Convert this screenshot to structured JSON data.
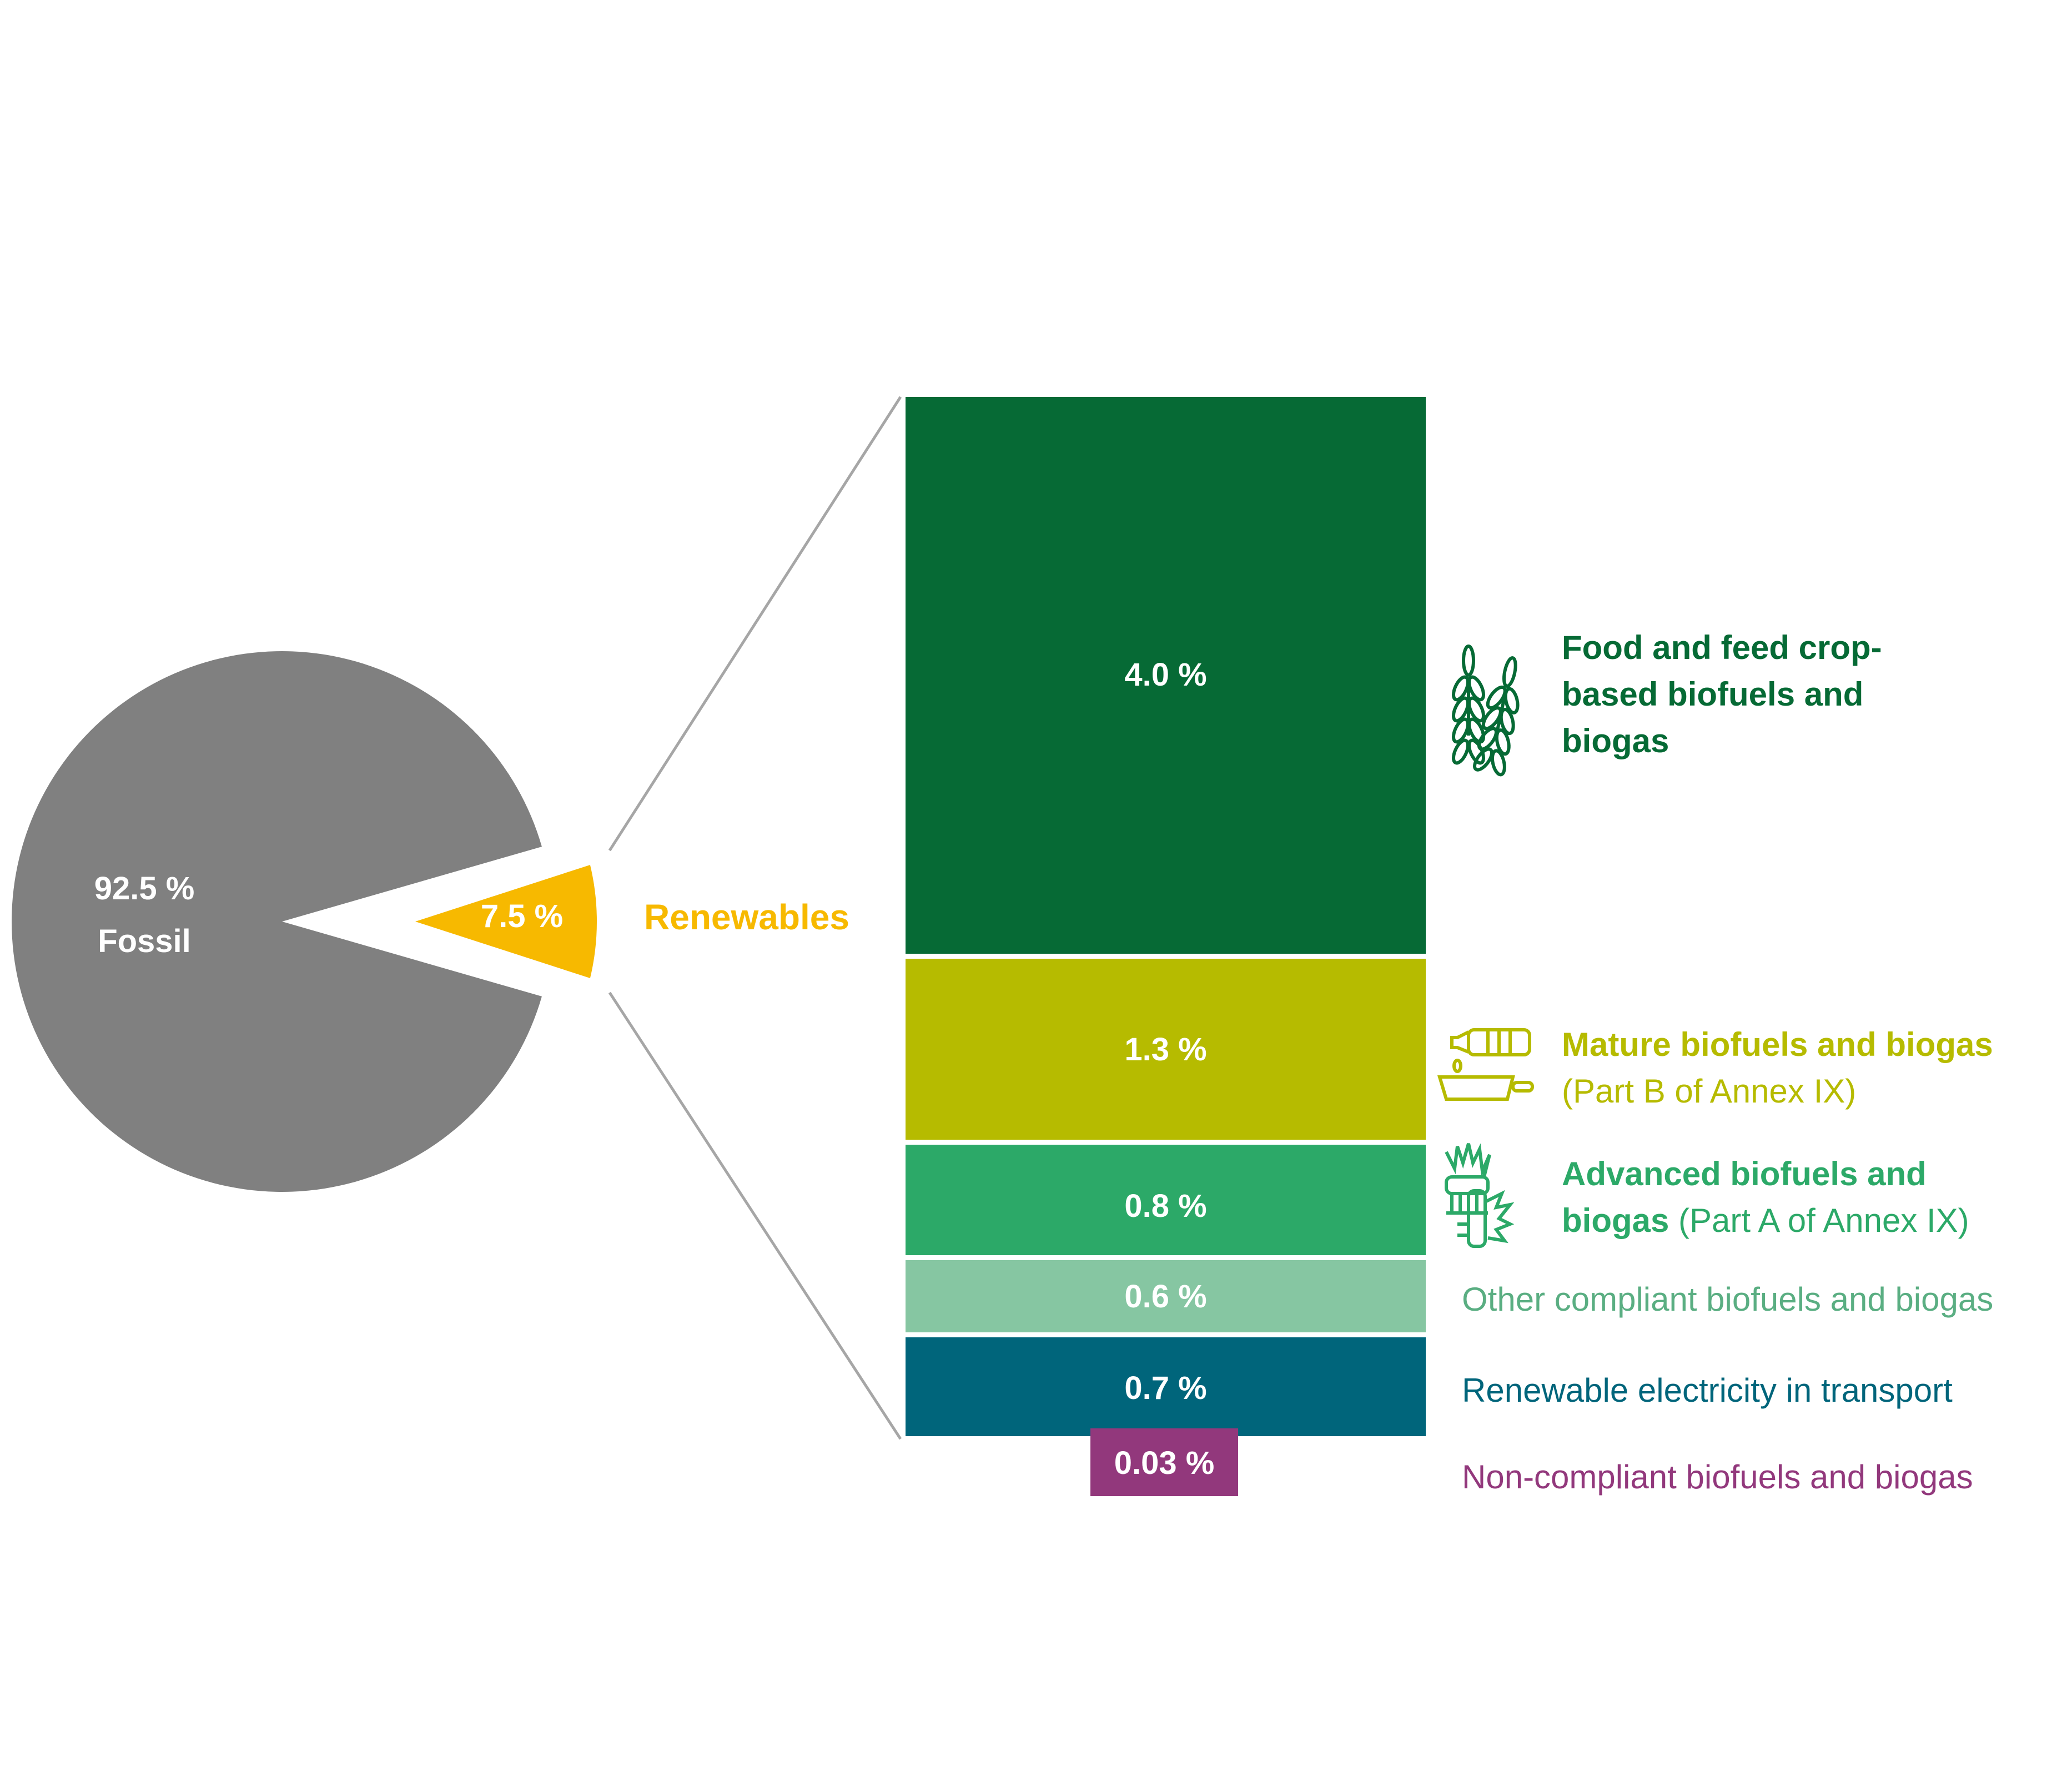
{
  "chart_data": {
    "type": "pie",
    "title": "",
    "pie": {
      "slices": [
        {
          "name": "Fossil",
          "value": 92.5,
          "label": "92.5 %",
          "color": "#808080"
        },
        {
          "name": "Renewables",
          "value": 7.5,
          "label": "7.5 %",
          "color": "#f7b900",
          "exploded": true
        }
      ],
      "renewables_label": "Renewables"
    },
    "breakdown": {
      "type": "stacked-bar",
      "total": 7.5,
      "segments": [
        {
          "name": "Food and feed crop-based biofuels and biogas",
          "value": 4.0,
          "label": "4.0 %",
          "color": "#066a35",
          "legend_lines": [
            "Food and feed crop-",
            "based biofuels and",
            "biogas"
          ],
          "icon": "wheat-icon"
        },
        {
          "name": "Mature biofuels and biogas (Part B of Annex IX)",
          "value": 1.3,
          "label": "1.3 %",
          "color": "#b6bb00",
          "legend_bold": "Mature biofuels and biogas",
          "legend_rest": "(Part B of Annex IX)",
          "icon": "oil-bottle-pan-icon"
        },
        {
          "name": "Advanced biofuels and biogas (Part A of Annex IX)",
          "value": 0.8,
          "label": "0.8 %",
          "color": "#2ca968",
          "legend_bold_1": "Advanced biofuels and",
          "legend_bold_2": "biogas",
          "legend_rest": "(Part A of Annex IX)",
          "icon": "straw-bundle-icon"
        },
        {
          "name": "Other compliant biofuels and biogas",
          "value": 0.6,
          "label": "0.6 %",
          "color": "#86c6a2",
          "legend": "Other compliant biofuels and biogas"
        },
        {
          "name": "Renewable electricity in transport",
          "value": 0.7,
          "label": "0.7 %",
          "color": "#00657b",
          "legend": "Renewable electricity in transport"
        },
        {
          "name": "Non-compliant biofuels and biogas",
          "value": 0.03,
          "label": "0.03 %",
          "color": "#92387c",
          "legend": "Non-compliant biofuels and biogas"
        }
      ]
    }
  }
}
